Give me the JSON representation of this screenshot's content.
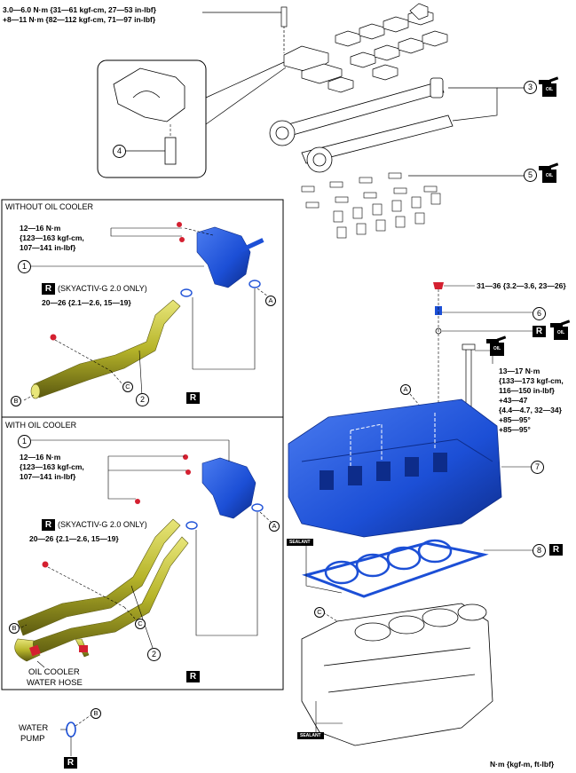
{
  "torque_top": {
    "line1": "3.0—6.0 N·m {31—61 kgf-cm, 27—53 in-lbf}",
    "line2": "+8—11 N·m {82—112 kgf-cm, 71—97 in-lbf}"
  },
  "callouts": {
    "n1": "1",
    "n2": "2",
    "n3": "3",
    "n4": "4",
    "n5": "5",
    "n6": "6",
    "n7": "7",
    "n8": "8"
  },
  "refs": {
    "a": "A",
    "b": "B",
    "c": "C"
  },
  "oil_label": "OIL",
  "r_label": "R",
  "sealant_label": "SEALANT",
  "panel_without": {
    "title": "WITHOUT OIL COOLER",
    "torque1": "12—16 N·m",
    "torque2": "{123—163 kgf-cm,",
    "torque3": "107—141 in-lbf}",
    "skyactiv": "(SKYACTIV-G 2.0 ONLY)",
    "torque_pipe": "20—26 {2.1—2.6, 15—19}"
  },
  "panel_with": {
    "title": "WITH OIL COOLER",
    "torque1": "12—16 N·m",
    "torque2": "{123—163 kgf-cm,",
    "torque3": "107—141 in-lbf}",
    "skyactiv": "(SKYACTIV-G 2.0 ONLY)",
    "torque_pipe": "20—26 {2.1—2.6, 15—19}",
    "hose1": "OIL COOLER",
    "hose2": "WATER HOSE"
  },
  "plug_torque": "31—36 {3.2—3.6, 23—26}",
  "bolt_torque": {
    "l1": "13—17 N·m",
    "l2": "{133—173 kgf-cm,",
    "l3": "116—150 in-lbf}",
    "l4": "+43—47",
    "l5": "{4.4—4.7, 32—34}",
    "l6": "+85—95°",
    "l7": "+85—95°"
  },
  "water_pump1": "WATER",
  "water_pump2": "PUMP",
  "units": "N·m {kgf-m, ft-lbf}",
  "colors": {
    "head": "#1c4fd6",
    "pipe": "#b7b52a",
    "bolt": "#d42030",
    "ink": "#000000"
  }
}
